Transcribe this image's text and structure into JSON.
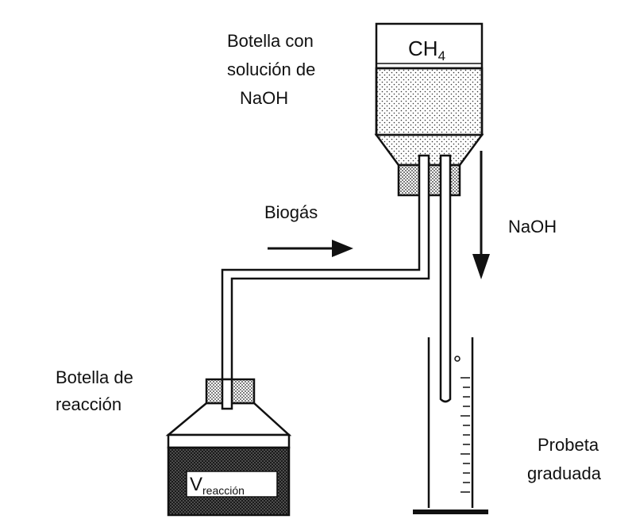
{
  "labels": {
    "naoh_bottle": [
      "Botella con",
      "solución de",
      "NaOH"
    ],
    "reaction_bottle": [
      "Botella de",
      "reacción"
    ],
    "graduated_cylinder": [
      "Probeta",
      "graduada"
    ],
    "biogas": "Biogás",
    "naoh_flow": "NaOH",
    "methane": {
      "base": "CH",
      "subscript": "4"
    },
    "volume": {
      "base": "V",
      "subscript": "reacción"
    }
  },
  "icons": [
    "arrow-right-icon",
    "arrow-down-icon"
  ],
  "colors": {
    "ink": "#111111",
    "background": "#ffffff",
    "stipple": "#333333"
  }
}
